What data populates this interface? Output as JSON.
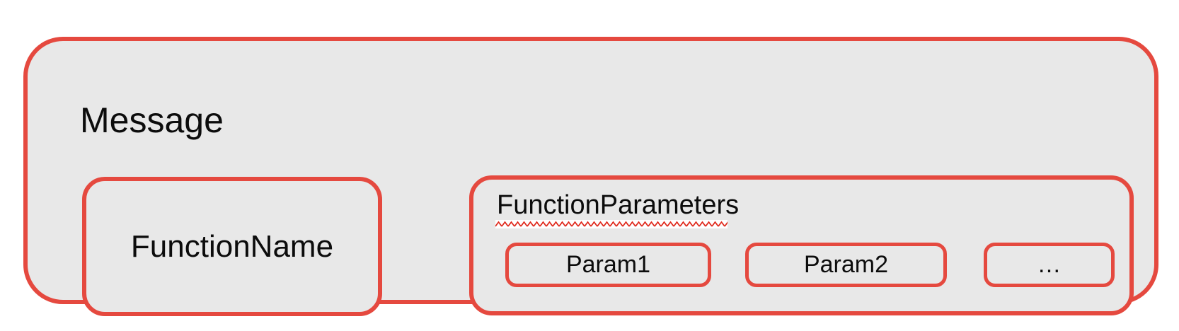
{
  "colors": {
    "border_red": "#e5493f",
    "squiggle_red": "#e02b1e",
    "box_fill": "#e8e8e8",
    "page_background": "#ffffff",
    "text": "#0c0c0c"
  },
  "message": {
    "label": "Message"
  },
  "function_name": {
    "label": "FunctionName"
  },
  "function_parameters": {
    "label": "FunctionParameters",
    "has_spellcheck_underline": true,
    "params": [
      {
        "label": "Param1"
      },
      {
        "label": "Param2"
      },
      {
        "label": "…"
      }
    ]
  }
}
